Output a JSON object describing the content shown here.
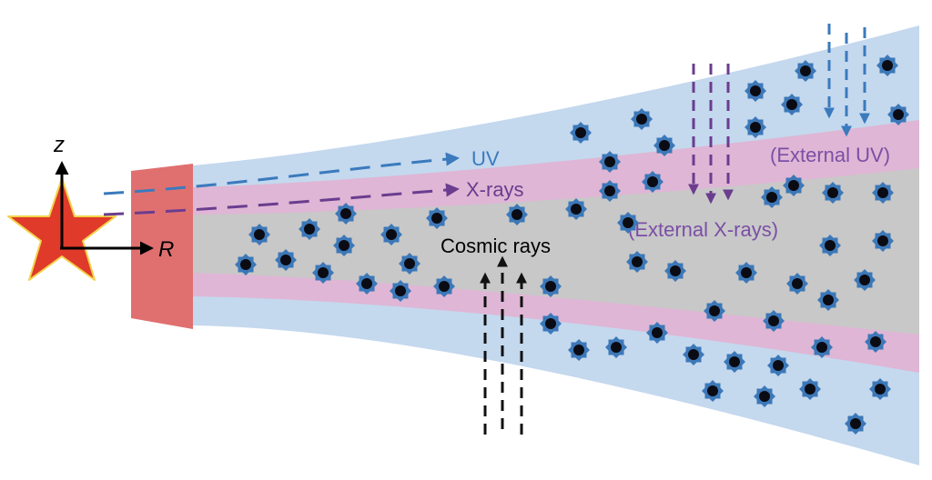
{
  "labels": {
    "uv": "UV",
    "xrays": "X-rays",
    "cosmic_rays": "Cosmic rays",
    "external_uv": "(External UV)",
    "external_xrays": "(External X-rays)",
    "axis_z": "z",
    "axis_r": "R"
  },
  "colors": {
    "uv": "#3a7abd",
    "xray": "#6a3d8f",
    "external_label": "#7b4fa6",
    "cosmic": "#111111",
    "disk_surface": "#c4d8ee",
    "disk_warm": "#dfb6d5",
    "disk_midplane": "#c8c8c8",
    "inner_rim": "#e07070",
    "star_fill": "#e03a2a",
    "star_stroke": "#f3d24a",
    "grain_outer": "#3c78b8",
    "grain_core": "#0b0b14"
  },
  "icons": {
    "star": "star-icon",
    "grain": "dust-grain-icon"
  }
}
